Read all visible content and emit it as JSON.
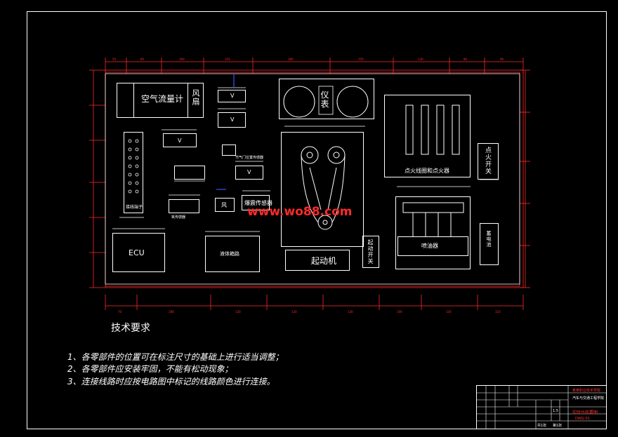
{
  "labels": {
    "air_flow_meter": "空气流量计",
    "fan": "风扇",
    "instrument": "仪表",
    "ignition": "点火线圈和点火器",
    "ignition_switch": "点火开关",
    "ecu": "ECU",
    "starter": "起动机",
    "injector": "喷油器",
    "start_switch": "起动开关",
    "small_label_1": "节气门位置传感器",
    "small_label_2": "氧传感器",
    "small_label_3": "接线端子",
    "watermark": "www.wo88.com",
    "fan_small": "风",
    "sensor_small": "爆震传感器",
    "v_label": "V",
    "box_gear": "液体箱路",
    "battery": "蓄电池"
  },
  "requirements": {
    "title": "技术要求",
    "items": [
      "1、各零部件的位置可在标注尺寸的基础上进行适当调整；",
      "2、各零部件应安装牢固，不能有松动现象；",
      "3、连接线路时应按电路图中标记的线路颜色进行连接。"
    ]
  },
  "title_block": {
    "school": "某某职业技术学院",
    "dept": "汽车与交通工程学院",
    "drawing_name": "实验台布置图",
    "scale": "1:5",
    "sheet": "共1张",
    "sheet_no": "第1张",
    "code": "DWG-01"
  },
  "colors": {
    "frame": "#ffffff",
    "dimension": "#ff2a2a",
    "accent": "#3355ff"
  }
}
